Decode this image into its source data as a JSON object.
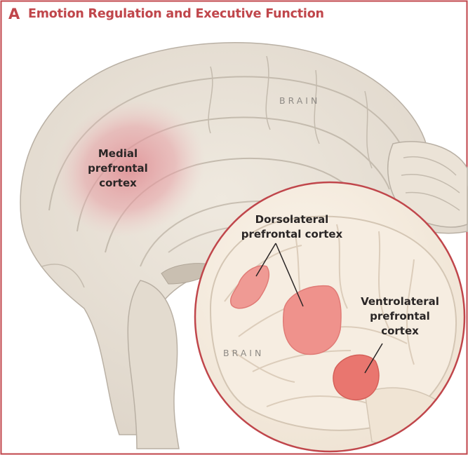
{
  "panel": {
    "letter": "A",
    "title": "Emotion Regulation and Executive Function",
    "accent_color": "#c0464b"
  },
  "medial_view": {
    "brain_label": "BRAIN",
    "region_label": "Medial\nprefrontal\ncortex",
    "highlight_color": "#e8a4a8"
  },
  "lateral_inset": {
    "brain_label": "BRAIN",
    "dorsolateral_label": "Dorsolateral\nprefrontal cortex",
    "ventrolateral_label": "Ventrolateral\nprefrontal\ncortex",
    "highlight_color": "#ef8a86"
  }
}
